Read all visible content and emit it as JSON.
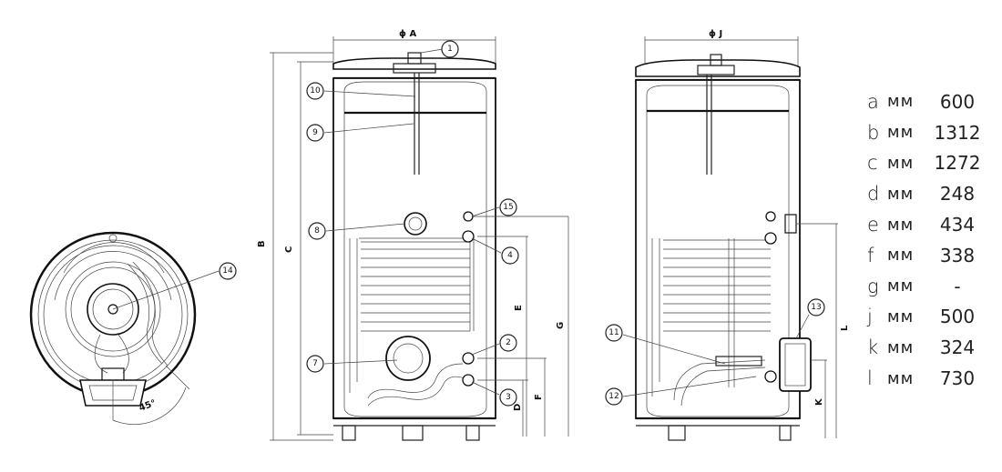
{
  "dimension_labels": {
    "a": "ϕ A",
    "j": "ϕ J",
    "b": "B",
    "c": "C",
    "d": "D",
    "e": "E",
    "f": "F",
    "g": "G",
    "k": "K",
    "l": "L",
    "angle": "45°"
  },
  "callouts": {
    "c1": "1",
    "c2": "2",
    "c3": "3",
    "c4": "4",
    "c7": "7",
    "c8": "8",
    "c9": "9",
    "c10": "10",
    "c11": "11",
    "c12": "12",
    "c13": "13",
    "c14": "14",
    "c15": "15"
  },
  "spec_table": [
    {
      "key": "a",
      "unit": "мм",
      "value": "600"
    },
    {
      "key": "b",
      "unit": "мм",
      "value": "1312"
    },
    {
      "key": "c",
      "unit": "мм",
      "value": "1272"
    },
    {
      "key": "d",
      "unit": "мм",
      "value": "248"
    },
    {
      "key": "e",
      "unit": "мм",
      "value": "434"
    },
    {
      "key": "f",
      "unit": "мм",
      "value": "338"
    },
    {
      "key": "g",
      "unit": "мм",
      "value": "-"
    },
    {
      "key": "j",
      "unit": "мм",
      "value": "500"
    },
    {
      "key": "k",
      "unit": "мм",
      "value": "324"
    },
    {
      "key": "l",
      "unit": "мм",
      "value": "730"
    }
  ]
}
